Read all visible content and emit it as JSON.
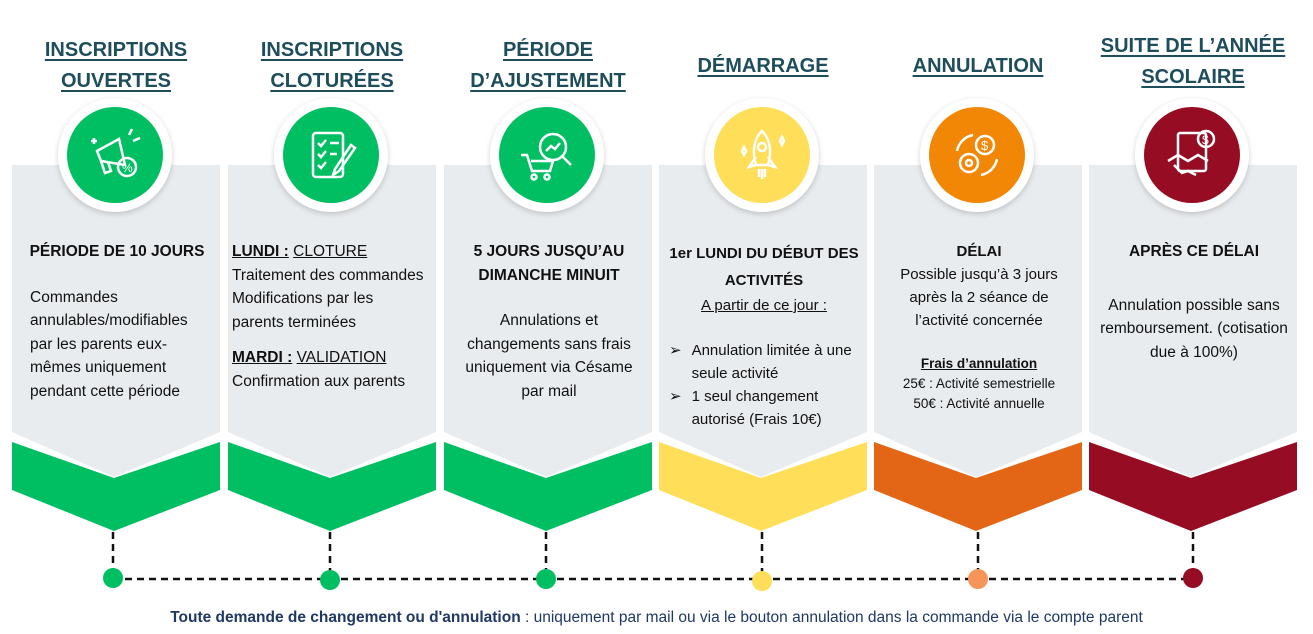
{
  "colors": {
    "green": "#00bf63",
    "yellow": "#ffde59",
    "orange_band": "#e36617",
    "orange_circle": "#f28705",
    "dark_red": "#960c22",
    "title": "#1e4d5c",
    "panel": "#e9ecef"
  },
  "steps": [
    {
      "title": "INSCRIPTIONS\nOUVERTES",
      "icon": "megaphone-percent-icon",
      "heading": "PÉRIODE DE 10 JOURS",
      "text": "Commandes annulables/modifiables par les parents eux-mêmes uniquement pendant cette période"
    },
    {
      "title": "INSCRIPTIONS\nCLOTURÉES",
      "icon": "checklist-pen-icon",
      "lundi_label": "LUNDI :",
      "lundi_value": "CLOTURE",
      "lundi_text": "Traitement des commandes Modifications par les parents terminées",
      "mardi_label": "MARDI :",
      "mardi_value": "VALIDATION",
      "mardi_text": "Confirmation aux parents"
    },
    {
      "title": "PÉRIODE\nD’AJUSTEMENT",
      "icon": "cart-analytics-icon",
      "heading": "5 JOURS JUSQU’AU DIMANCHE MINUIT",
      "text": "Annulations et changements sans frais uniquement via Césame par mail"
    },
    {
      "title": "DÉMARRAGE",
      "icon": "rocket-icon",
      "heading": "1er LUNDI DU DÉBUT DES ACTIVITÉS",
      "subheading": "A partir de ce jour :",
      "bullets": [
        "Annulation limitée à une seule activité",
        "1 seul changement autorisé (Frais 10€)"
      ]
    },
    {
      "title": "ANNULATION",
      "icon": "gear-dollar-cycle-icon",
      "heading": "DÉLAI",
      "text": "Possible jusqu’à 3 jours après la 2 séance de l’activité concernée",
      "fees_title": "Frais d’annulation",
      "fees": [
        "25€ : Activité semestrielle",
        "50€ : Activité annuelle"
      ]
    },
    {
      "title": "SUITE DE L’ANNÉE\nSCOLAIRE",
      "icon": "handshake-document-icon",
      "heading": "APRÈS CE DÉLAI",
      "text": "Annulation possible sans remboursement. (cotisation due à 100%)"
    }
  ],
  "footer": {
    "bold": "Toute demande de changement ou d'annulation",
    "rest": " : uniquement par mail ou via le bouton annulation dans la commande via le compte parent"
  }
}
